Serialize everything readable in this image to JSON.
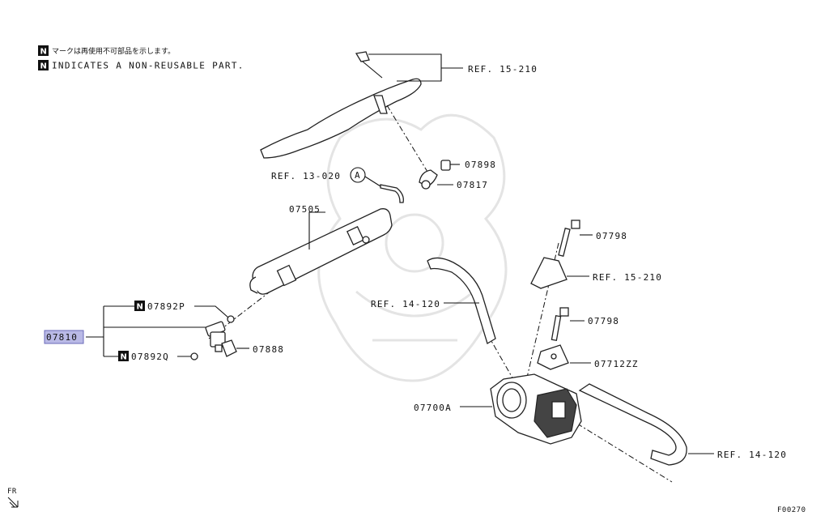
{
  "notice": {
    "badge": "N",
    "japanese": "マークは再使用不可部品を示します。",
    "english": "INDICATES A NON-REUSABLE PART."
  },
  "parts": {
    "ref_15_210_top": "REF. 15-210",
    "p07898": "07898",
    "ref_13_020": "REF. 13-020",
    "circle_a": "A",
    "p07817": "07817",
    "p07505": "07505",
    "p07798_top": "07798",
    "ref_15_210_right": "REF. 15-210",
    "ref_14_120_mid": "REF. 14-120",
    "p07798_mid": "07798",
    "p07712zz": "07712ZZ",
    "p07700a": "07700A",
    "ref_14_120_bottom": "REF. 14-120",
    "p07892p": "07892P",
    "p07810": "07810",
    "p07892q": "07892Q",
    "p07888": "07888"
  },
  "direction": "FR",
  "figure_code": "F00270",
  "colors": {
    "highlight": "#b9b9e6",
    "ink": "#111111",
    "watermark": "#e4e4e4"
  }
}
